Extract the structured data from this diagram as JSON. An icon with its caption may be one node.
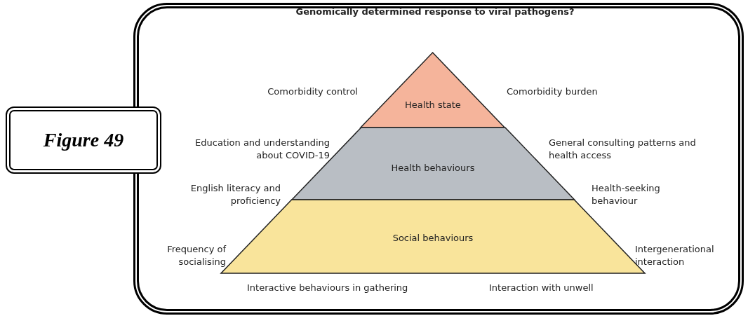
{
  "diagram": {
    "title": "Genomically determined response to viral pathogens?",
    "nodes": [
      {
        "text": [
          "Figure 49"
        ]
      },
      {
        "text": [
          "Health state"
        ]
      },
      {
        "text": [
          "Health behaviours"
        ]
      },
      {
        "text": [
          "Social behaviours"
        ]
      }
    ],
    "edges": [],
    "labels": [
      "Comorbidity control",
      "Comorbidity burden",
      "Education and understanding about COVID-19",
      "General consulting patterns and health access",
      "English literacy and proficiency",
      "Health-seeking behaviour",
      "Frequency of socialising",
      "Intergenerational interaction",
      "Interactive behaviours in gathering",
      "Interaction with unwell"
    ]
  }
}
